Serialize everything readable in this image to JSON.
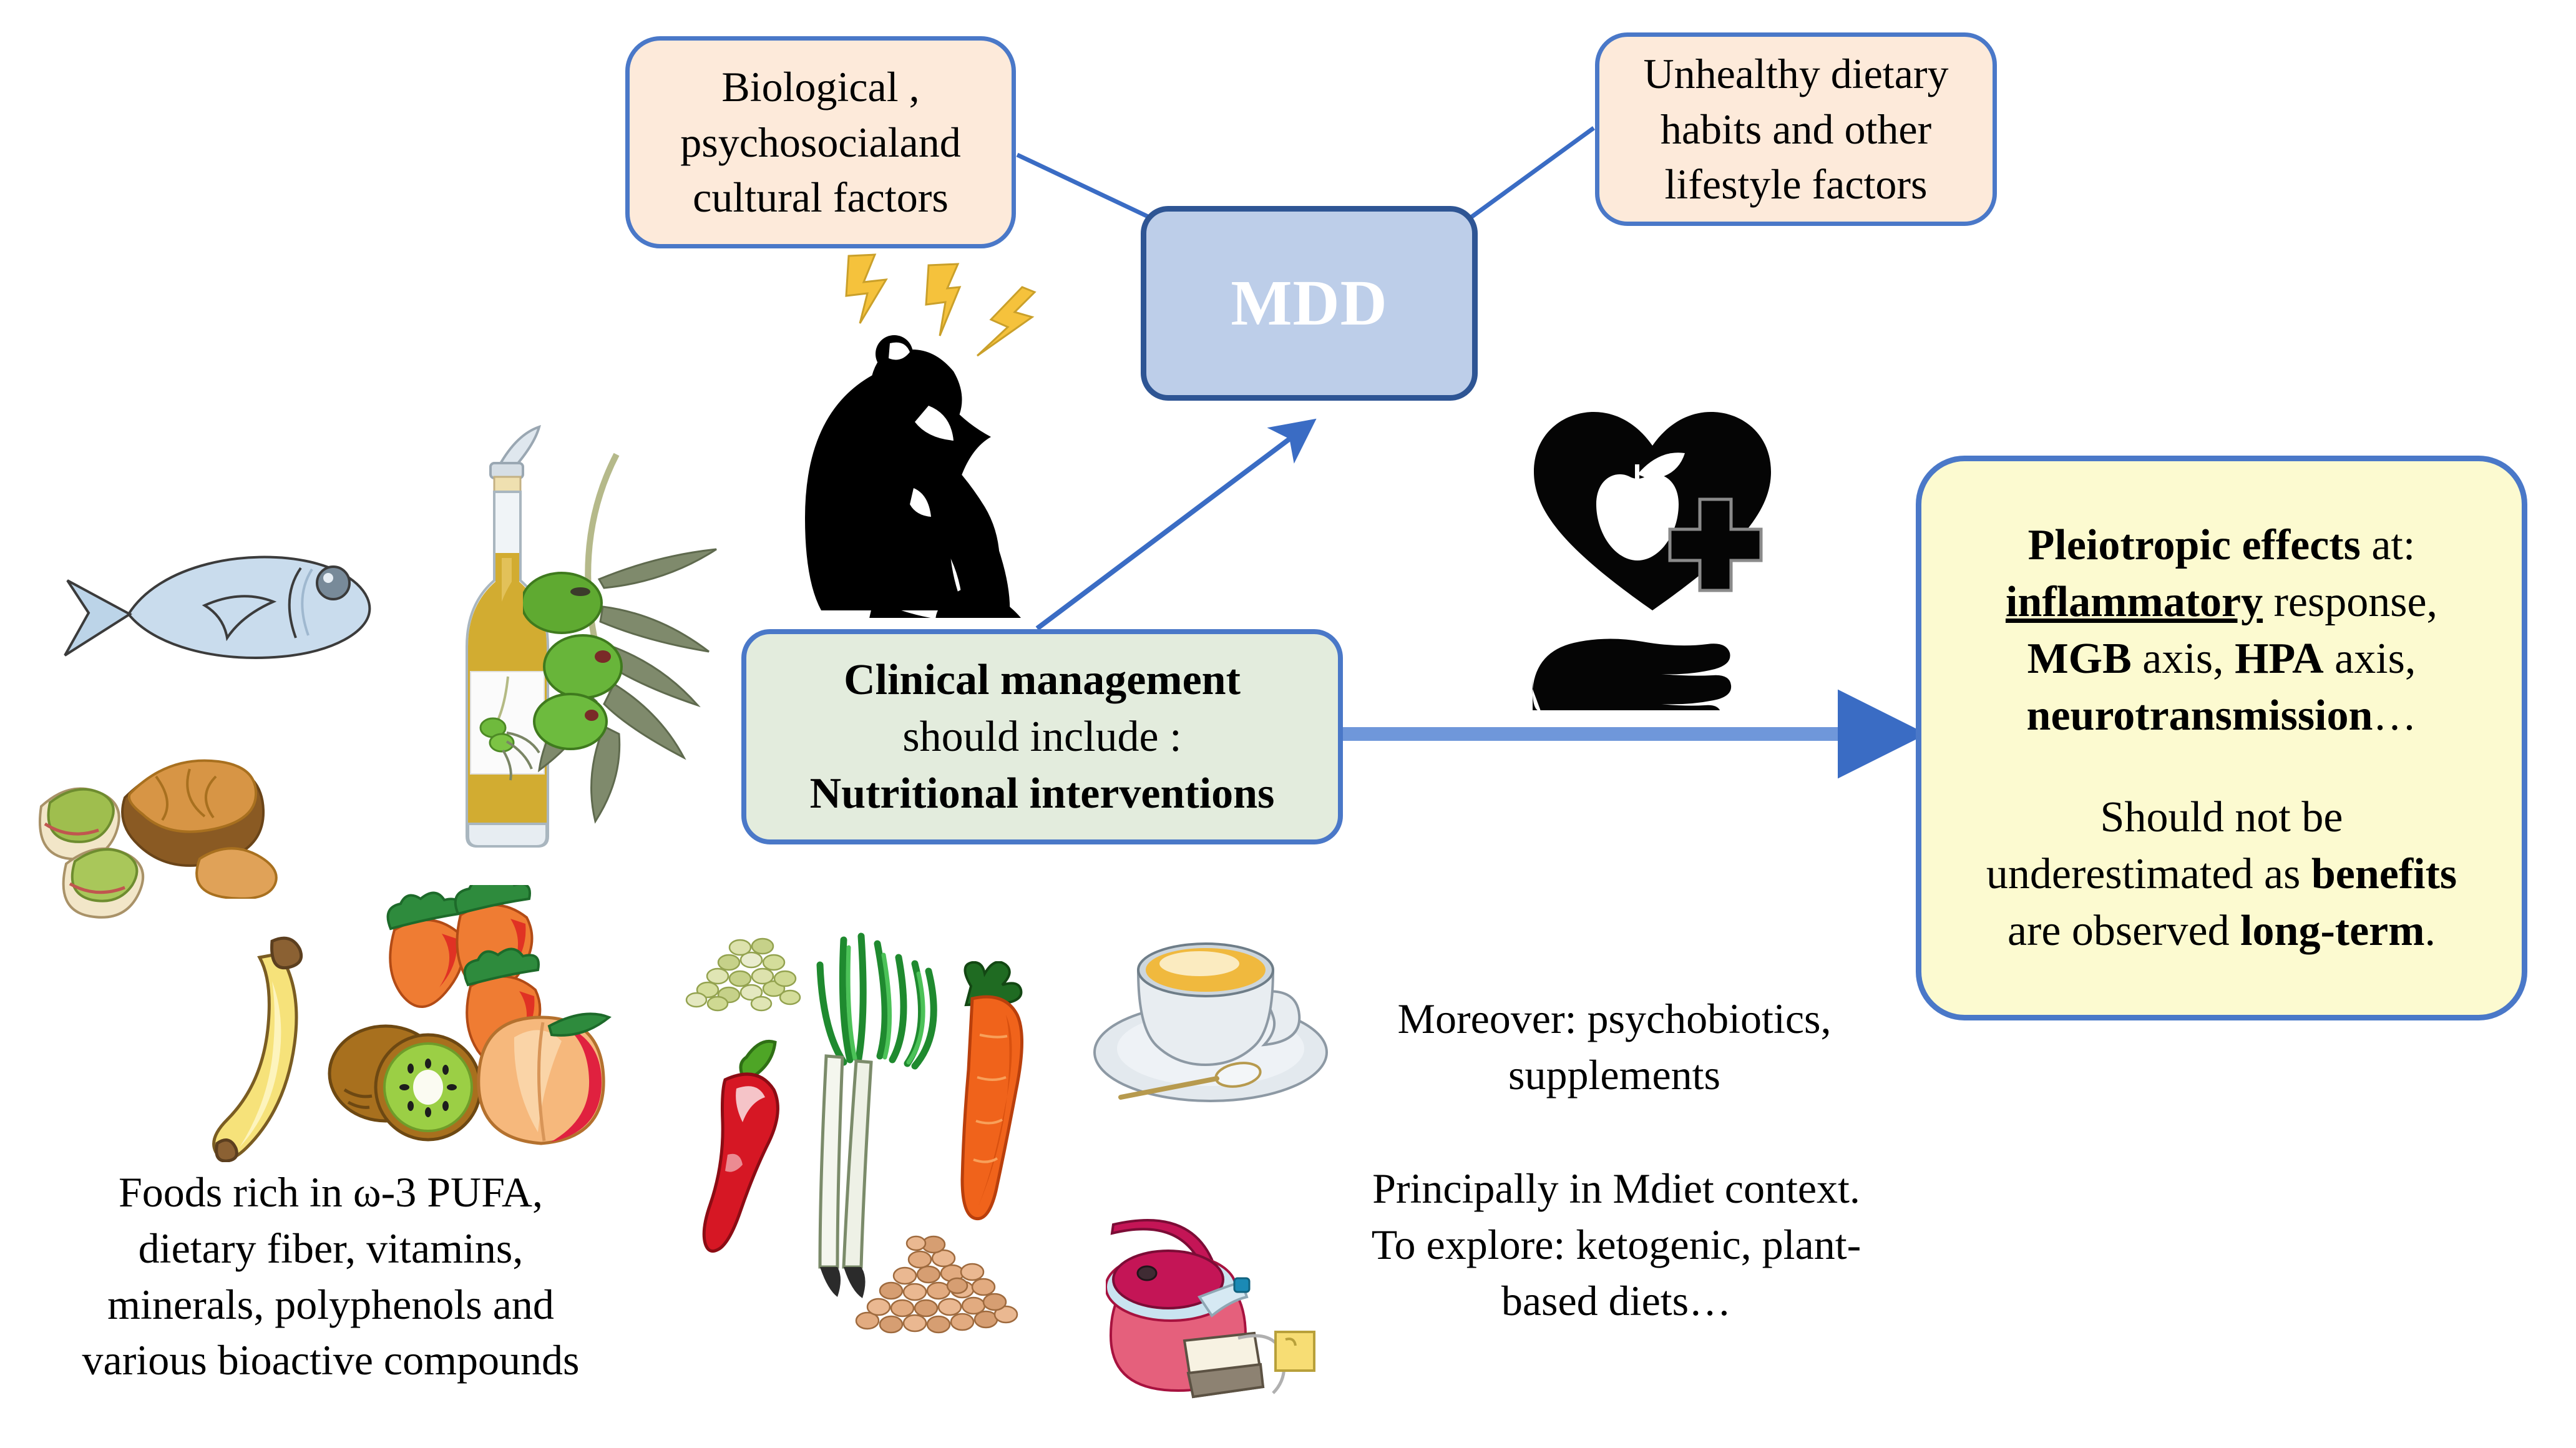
{
  "diagram": {
    "title": "MDD and nutritional interventions conceptual diagram",
    "colors": {
      "connector_blue": "#4a78c8",
      "peach_fill": "#fdeada",
      "blue_fill": "#bdcee9",
      "blue_border": "#2e5594",
      "green_fill": "#e3ecdd",
      "yellow_fill": "#fcfad0",
      "bolt_yellow": "#f5c033",
      "silhouette_black": "#000000"
    }
  },
  "boxes": {
    "biological": {
      "line1": "Biological ,",
      "line2": "psychosocialand",
      "line3": "cultural factors"
    },
    "unhealthy": {
      "line1": "Unhealthy dietary",
      "line2": "habits and other",
      "line3": "lifestyle factors"
    },
    "mdd": {
      "label": "MDD"
    },
    "clinical": {
      "line1": "Clinical management",
      "line2": "should  include :",
      "line3": "Nutritional interventions"
    },
    "pleiotropic": {
      "l1_bold": "Pleiotropic effects",
      "l1_rest": " at:",
      "l2_bold_underline": "inflammatory",
      "l2_rest": "  response,",
      "l3_a_bold": "MGB",
      "l3_a_rest": " axis, ",
      "l3_b_bold": "HPA",
      "l3_b_rest": " axis,",
      "l4_bold": "neurotransmission",
      "l4_rest": "…",
      "l5": "Should  not be",
      "l6_a": "underestimated  as ",
      "l6_b_bold": "benefits",
      "l7_a": "are observed ",
      "l7_b_bold": "long-term",
      "l7_c": "."
    }
  },
  "captions": {
    "foods": {
      "line1": "Foods rich in ω-3 PUFA,",
      "line2": "dietary fiber, vitamins,",
      "line3": "minerals, polyphenols and",
      "line4": "various bioactive compounds"
    },
    "moreover": {
      "line1": "Moreover: psychobiotics,",
      "line2": "supplements"
    },
    "principally": {
      "line1": "Principally in  Mdiet context.",
      "line2": "To explore:  ketogenic, plant-",
      "line3": "based diets…"
    }
  },
  "connectors": [
    {
      "name": "biological-to-mdd",
      "from": "biological-box",
      "to": "mdd-box",
      "arrowhead": false
    },
    {
      "name": "unhealthy-to-mdd",
      "from": "unhealthy-box",
      "to": "mdd-box",
      "arrowhead": false
    },
    {
      "name": "clinical-to-mdd",
      "from": "clinical-box",
      "to": "mdd-box",
      "arrowhead": true
    },
    {
      "name": "clinical-to-pleiotropic",
      "from": "clinical-box",
      "to": "pleiotropic-box",
      "arrowhead": true
    }
  ],
  "illustrations": [
    {
      "name": "depressed-person-silhouette",
      "label": "sitting person hugging knees"
    },
    {
      "name": "lightning-bolts",
      "label": "three yellow lightning bolts",
      "count": 3
    },
    {
      "name": "heart-apple-cross-hand-icon",
      "label": "heart containing apple with medical cross, held by open hand"
    },
    {
      "name": "fish-illustration",
      "label": "blue fish"
    },
    {
      "name": "walnut-illustration",
      "label": "walnut half and kernel"
    },
    {
      "name": "pistachio-illustration",
      "label": "pistachios"
    },
    {
      "name": "olive-oil-bottle-illustration",
      "label": "olive oil bottle with pourer"
    },
    {
      "name": "olive-branch-illustration",
      "label": "olive branch with three green olives"
    },
    {
      "name": "banana-illustration",
      "label": "banana"
    },
    {
      "name": "kiwi-illustration",
      "label": "kiwi whole and half"
    },
    {
      "name": "strawberry-illustration",
      "label": "three strawberries"
    },
    {
      "name": "peach-illustration",
      "label": "peach"
    },
    {
      "name": "split-peas-illustration",
      "label": "pile of split peas"
    },
    {
      "name": "chili-pepper-illustration",
      "label": "red chili pepper"
    },
    {
      "name": "spring-onion-illustration",
      "label": "two spring onions"
    },
    {
      "name": "carrot-illustration",
      "label": "carrot"
    },
    {
      "name": "lentils-illustration",
      "label": "pile of lentils"
    },
    {
      "name": "coffee-cup-illustration",
      "label": "coffee cup on saucer with spoon"
    },
    {
      "name": "teapot-illustration",
      "label": "pink teapot with tea bag"
    }
  ]
}
